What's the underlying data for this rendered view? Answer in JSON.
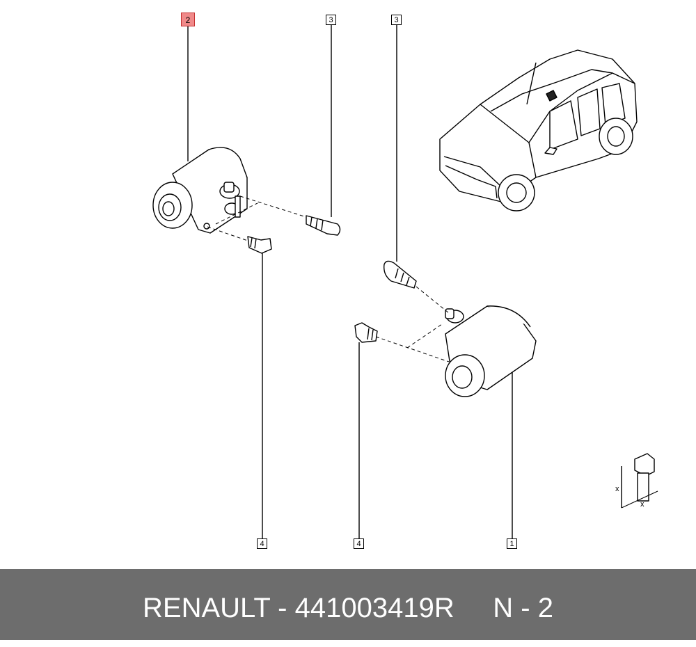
{
  "callouts": {
    "c1": "2",
    "c2": "3",
    "c3": "3",
    "c4": "4",
    "c5": "4",
    "c6": "1"
  },
  "legend": {
    "dim_a": "x",
    "dim_b": "x"
  },
  "footer": {
    "brand": "RENAULT",
    "separator": "-",
    "part_number": "441003419R",
    "page": "N - 2"
  },
  "colors": {
    "footer_bg": "#6d6d6d",
    "highlight": "#f08a8a"
  }
}
